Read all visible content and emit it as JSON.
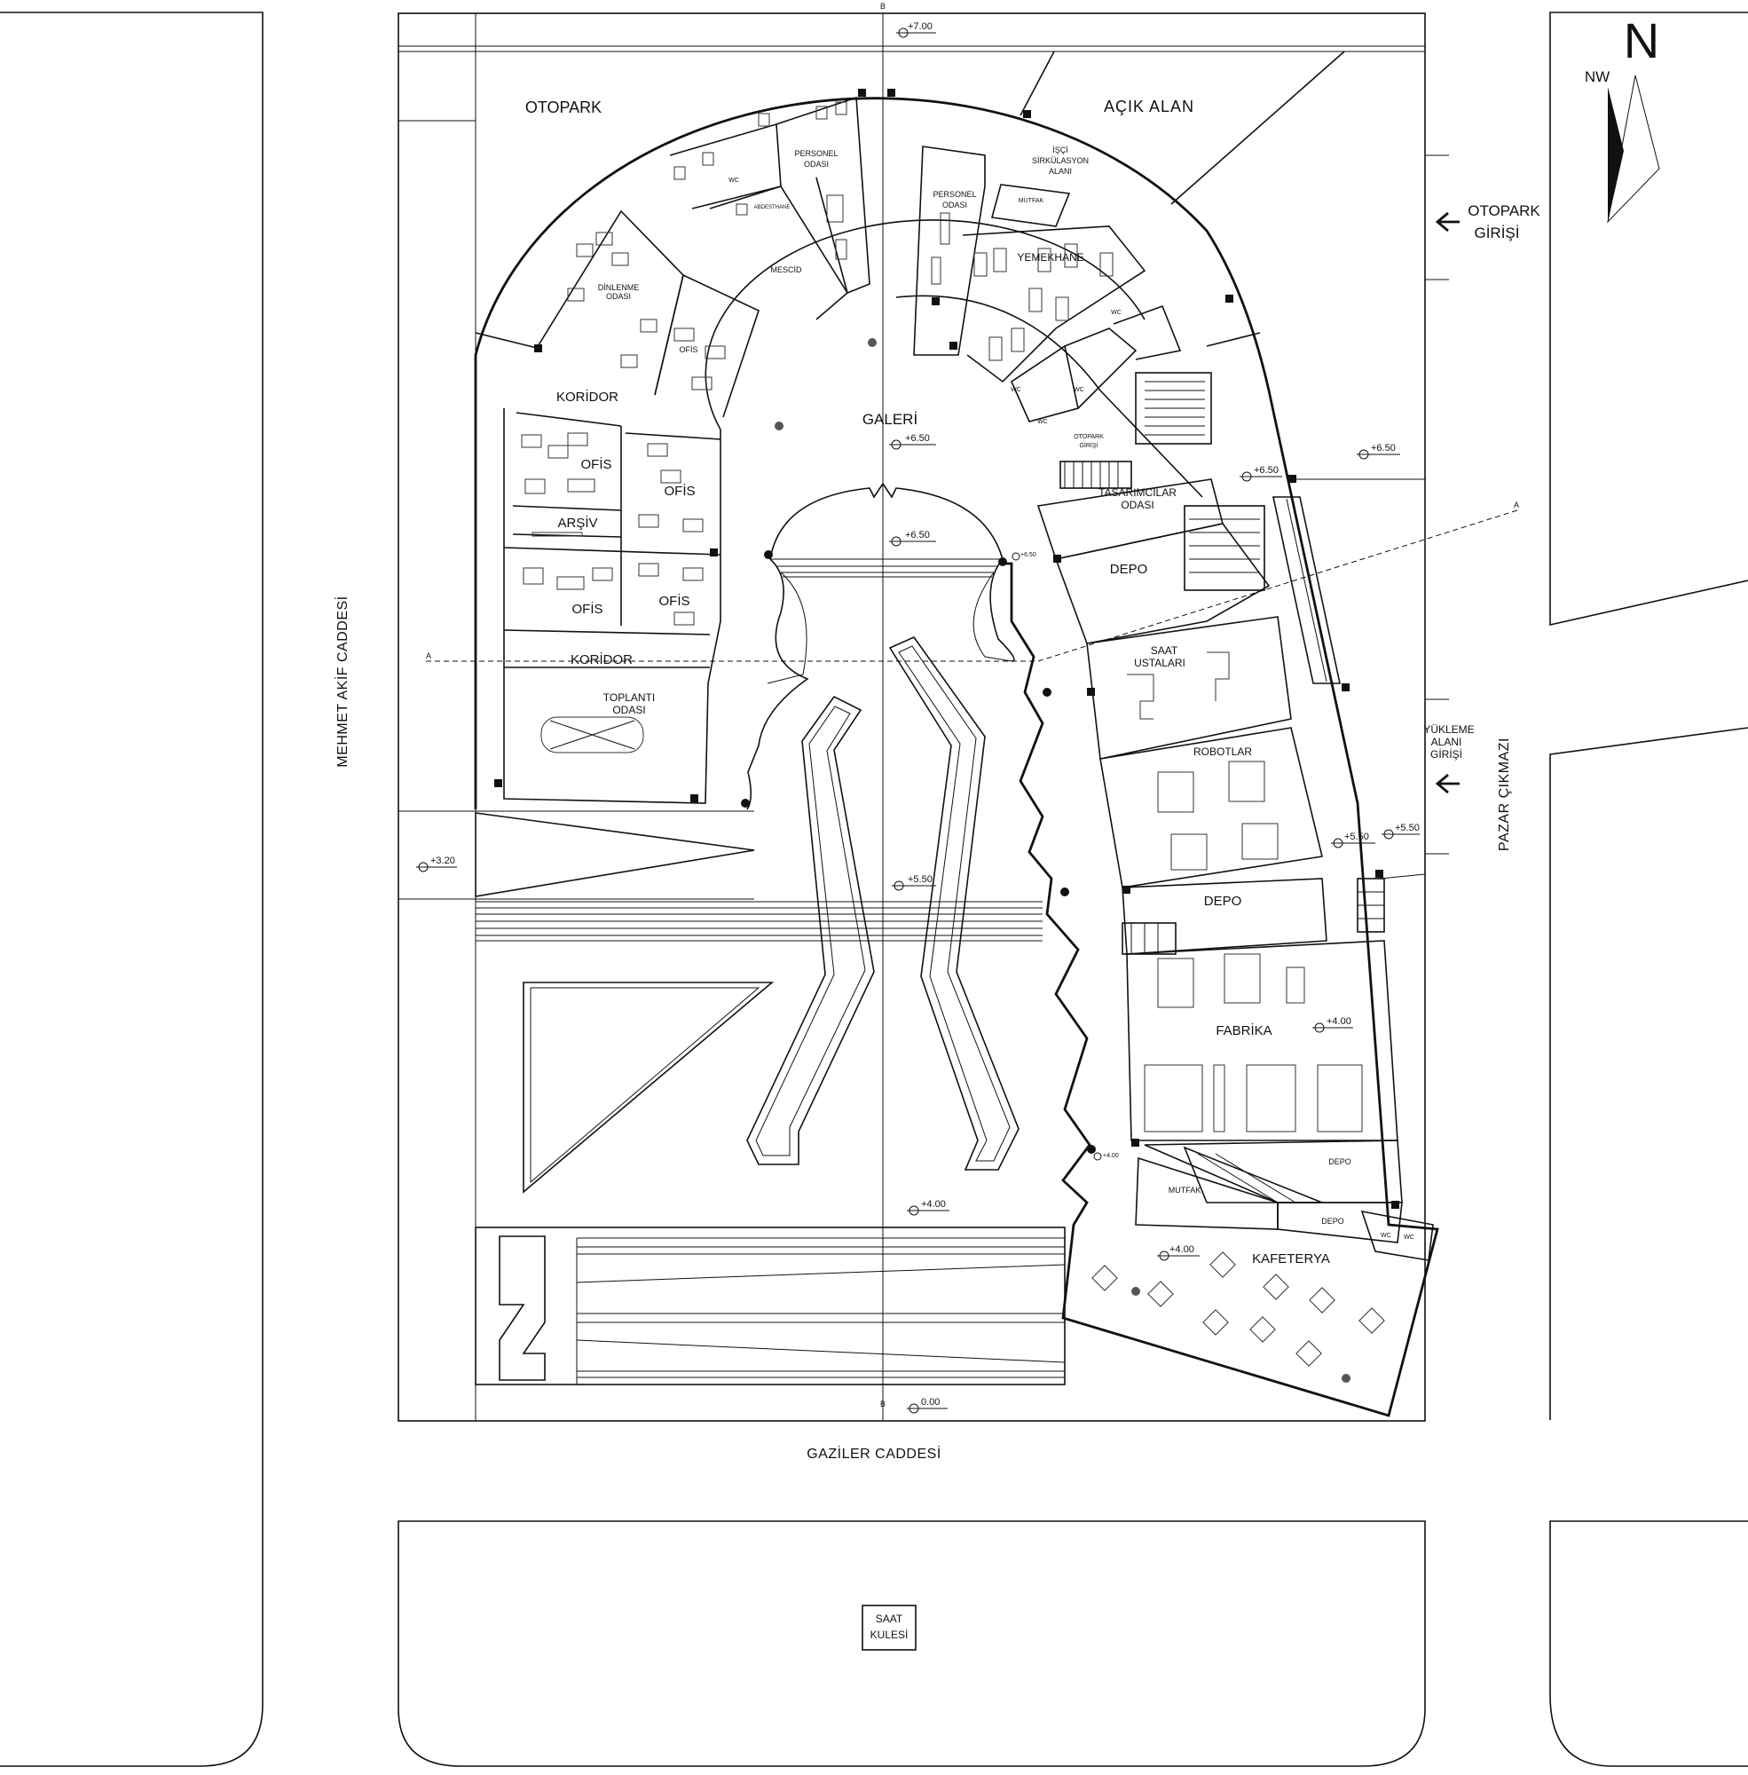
{
  "north": {
    "letter": "N",
    "label": "NW"
  },
  "streets": {
    "west": "MEHMET AKİF CADDESİ",
    "south": "GAZİLER CADDESİ",
    "east": "PAZAR ÇIKMAZI"
  },
  "entrances": {
    "parking_line1": "OTOPARK",
    "parking_line2": "GİRİŞİ",
    "loading_line1": "YÜKLEME",
    "loading_line2": "ALANI",
    "loading_line3": "GİRİŞİ"
  },
  "landmark": {
    "line1": "SAAT",
    "line2": "KULESİ"
  },
  "section_marks": {
    "a": "A",
    "b": "B"
  },
  "areas": {
    "otopark": "OTOPARK",
    "acik_alan": "AÇIK ALAN",
    "galeri": "GALERİ",
    "koridor_upper": "KORİDOR",
    "koridor_lower": "KORİDOR",
    "ofis_1": "OFİS",
    "ofis_2": "OFİS",
    "ofis_3": "OFİS",
    "ofis_4": "OFİS",
    "ofis_small": "OFİS",
    "arsiv": "ARŞİV",
    "toplanti_1": "TOPLANTI",
    "toplanti_2": "ODASI",
    "dinlenme_1": "DİNLENME",
    "dinlenme_2": "ODASI",
    "personel_w1": "PERSONEL",
    "personel_w2": "ODASI",
    "personel_e1": "PERSONEL",
    "personel_e2": "ODASI",
    "mescid": "MESCİD",
    "abdesthane": "ABDESTHANE",
    "isci_1": "İŞÇİ",
    "isci_2": "SİRKÜLASYON",
    "isci_3": "ALANI",
    "mutfak_upper": "MUTFAK",
    "mutfak_lower": "MUTFAK",
    "yemekhane": "YEMEKHANE",
    "otopark_giris_1": "OTOPARK",
    "otopark_giris_2": "GİRİŞİ",
    "tasarimcilar_1": "TASARIMCILAR",
    "tasarimcilar_2": "ODASI",
    "depo_1": "DEPO",
    "depo_2": "DEPO",
    "depo_3": "DEPO",
    "depo_4": "DEPO",
    "saat_1": "SAAT",
    "saat_2": "USTALARI",
    "robotlar": "ROBOTLAR",
    "fabrika": "FABRİKA",
    "kafeterya": "KAFETERYA",
    "wc_1": "WC",
    "wc_2": "WC",
    "wc_3": "WC",
    "wc_4": "WC",
    "wc_5": "WC",
    "wc_6": "WC",
    "wc_7": "WC"
  },
  "elevations": {
    "e_top": "+7.00",
    "e_galeri": "+6.50",
    "e_center": "+6.50",
    "e_small": "+6.50",
    "e_east1": "+6.50",
    "e_east2": "+6.50",
    "e_west": "+3.20",
    "e_middle": "+5.50",
    "e_robot": "+5.50",
    "e_eastedge": "+5.50",
    "e_fabrika": "+4.00",
    "e_plaza": "+4.00",
    "e_kafe": "+4.00",
    "e_mutfak": "+4.00",
    "e_bottom": "0.00"
  }
}
